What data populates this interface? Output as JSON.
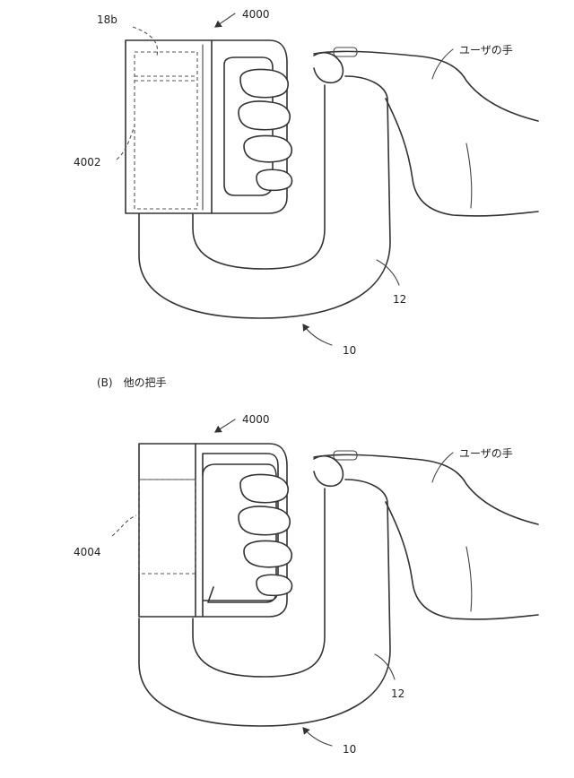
{
  "panel_a": {
    "labels": {
      "device": "4000",
      "attachment": "4002",
      "slot": "18b",
      "user_hand": "ユーザの手",
      "grip": "12",
      "controller": "10"
    }
  },
  "panel_b": {
    "caption": "(B)　他の把手",
    "labels": {
      "device": "4000",
      "attachment": "4004",
      "user_hand": "ユーザの手",
      "grip": "12",
      "controller": "10"
    }
  }
}
